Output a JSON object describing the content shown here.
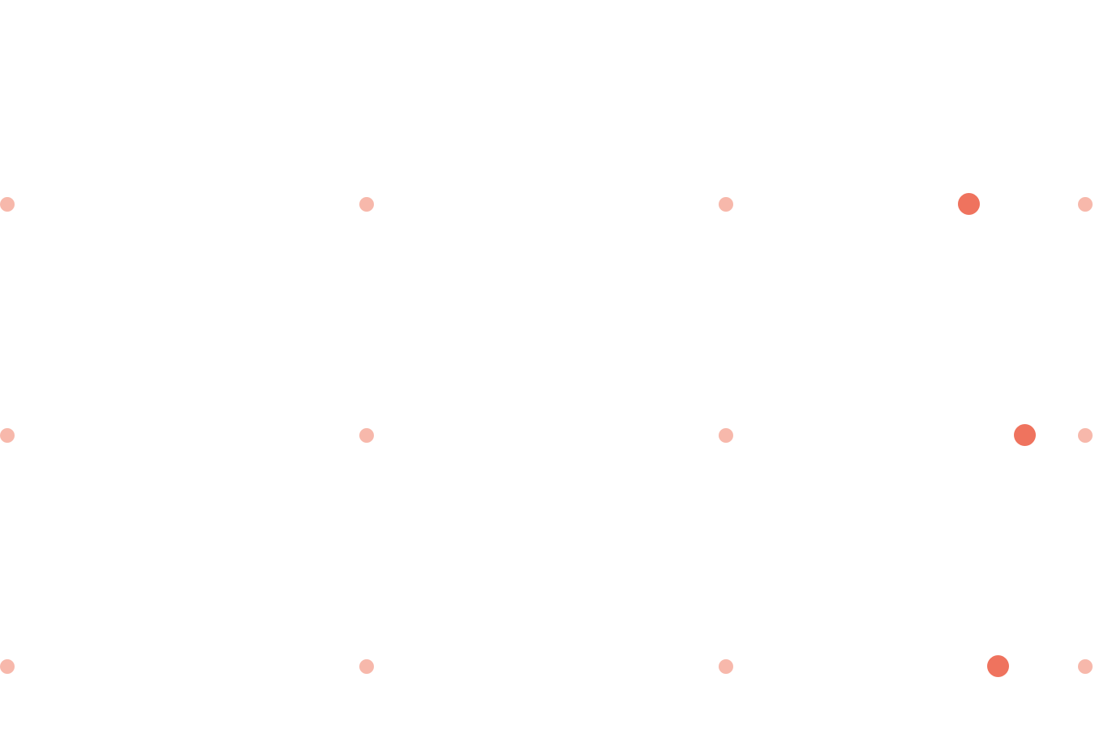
{
  "colors": {
    "tick": "#f7b8ab",
    "handle": "#ef735e"
  },
  "sliders": [
    {
      "value_percent": 89.2
    },
    {
      "value_percent": 94.4
    },
    {
      "value_percent": 91.9
    }
  ],
  "tick_count": 4
}
